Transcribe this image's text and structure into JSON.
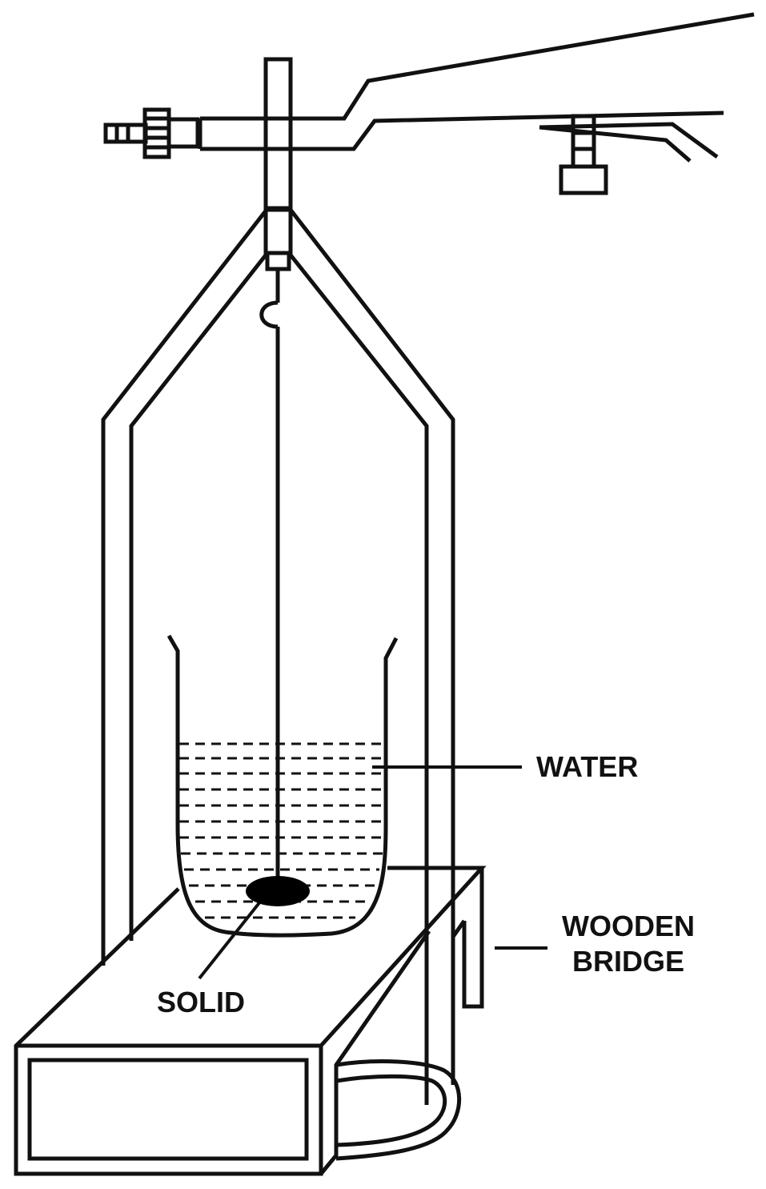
{
  "labels": {
    "water": "WATER",
    "solid": "SOLID",
    "wooden_bridge_line1": "WOODEN",
    "wooden_bridge_line2": "BRIDGE"
  },
  "colors": {
    "stroke": "#111111",
    "background": "#ffffff",
    "solid_fill": "#000000"
  }
}
